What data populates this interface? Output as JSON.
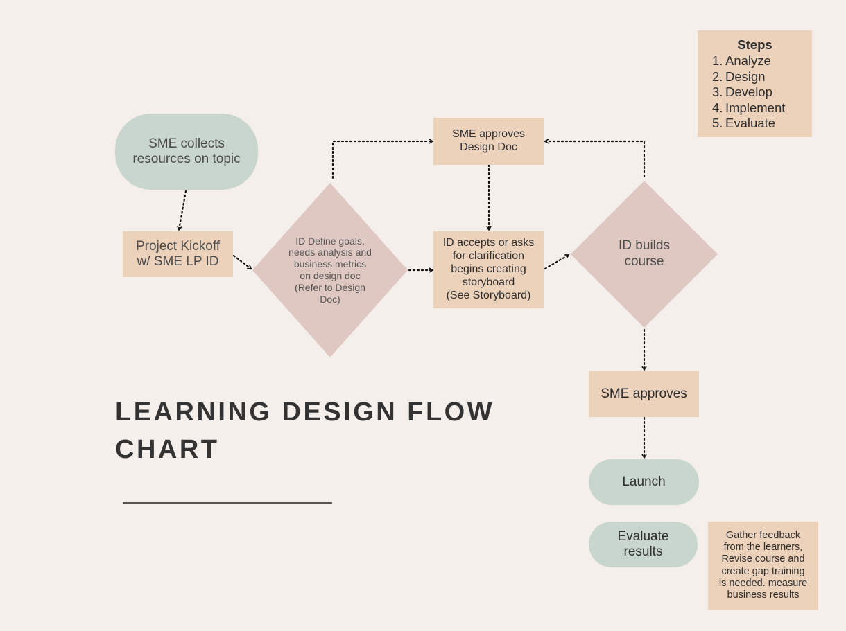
{
  "title": "LEARNING DESIGN FLOW CHART",
  "colors": {
    "background": "#f4efea",
    "rect_fill": "#ecd1bb",
    "pill_fill": "#c9d6cd",
    "diamond_fill": "#dfc8c1",
    "text": "#3a3a3a"
  },
  "steps": {
    "title": "Steps",
    "items": [
      "Analyze",
      "Design",
      "Develop",
      "Implement",
      "Evaluate"
    ]
  },
  "nodes": {
    "sme_collects": "SME collects\nresources on topic",
    "project_kickoff": "Project Kickoff\nw/ SME LP ID",
    "id_define_goals": "ID Define goals,\nneeds analysis and\nbusiness metrics\non design doc\n(Refer to Design\nDoc)",
    "sme_approves_design_doc": "SME approves\nDesign Doc",
    "id_accepts": "ID accepts or asks\nfor clarification\nbegins creating\nstoryboard\n(See Storyboard)",
    "id_builds_course": "ID builds\ncourse",
    "sme_approves": "SME approves",
    "launch": "Launch",
    "evaluate_results": "Evaluate\nresults",
    "gather_feedback": "Gather feedback\nfrom the learners,\nRevise course and\ncreate gap training\nis needed. measure\nbusiness results"
  }
}
